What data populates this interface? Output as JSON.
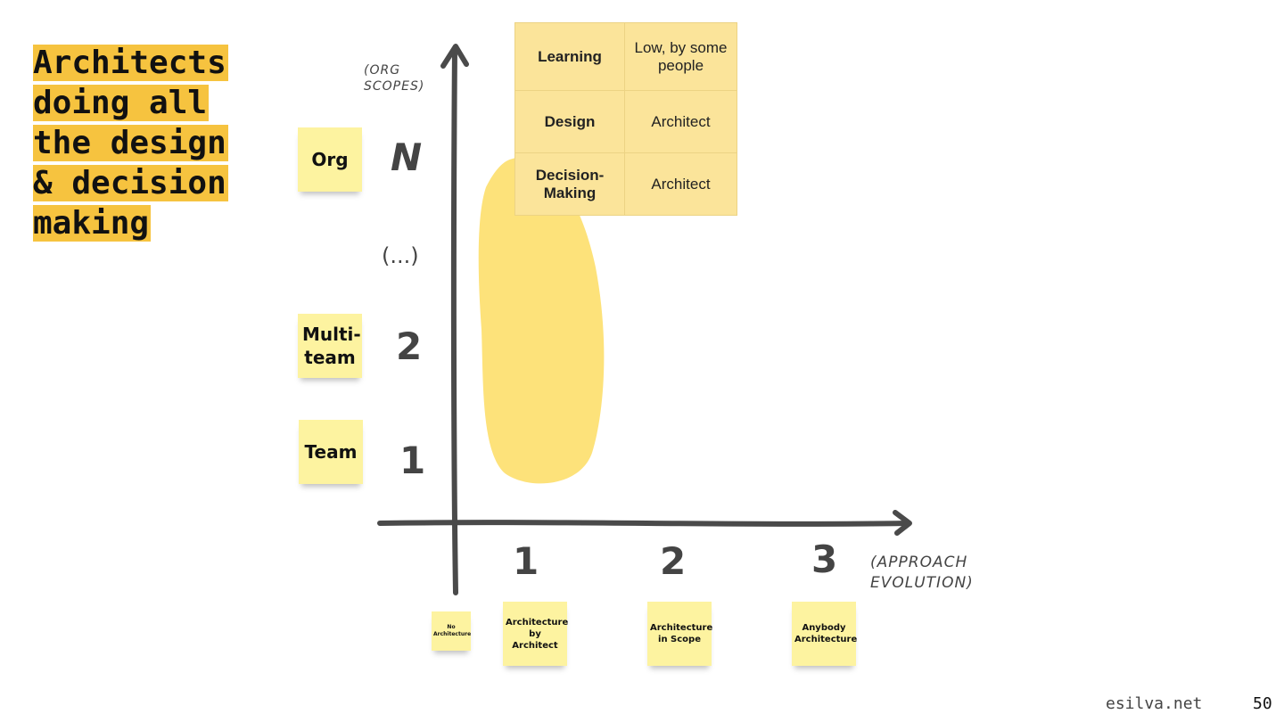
{
  "title": [
    "Architects",
    "doing all",
    "the design",
    "& decision",
    "making"
  ],
  "y_axis": {
    "annotation": [
      "(ORG",
      "SCOPES)"
    ],
    "labels": [
      "N",
      "(...)",
      "2",
      "1"
    ],
    "stickies": [
      "Org",
      "Multi-team",
      "Team"
    ]
  },
  "x_axis": {
    "annotation": [
      "(APPROACH",
      "EVOLUTION)"
    ],
    "labels": [
      "1",
      "2",
      "3"
    ],
    "stickies": [
      "No Architecture",
      "Architecture by Architect",
      "Architecture in Scope",
      "Anybody Architecture"
    ]
  },
  "table": [
    {
      "key": "Learning",
      "value": "Low, by some people"
    },
    {
      "key": "Design",
      "value": "Architect"
    },
    {
      "key": "Decision-Making",
      "value": "Architect"
    }
  ],
  "colors": {
    "highlight": "#f6c33f",
    "blob": "#fde27a",
    "sticky": "#fdf3a0",
    "axis": "#4a4a4a"
  },
  "footer": {
    "site": "esilva.net",
    "page": "50"
  }
}
